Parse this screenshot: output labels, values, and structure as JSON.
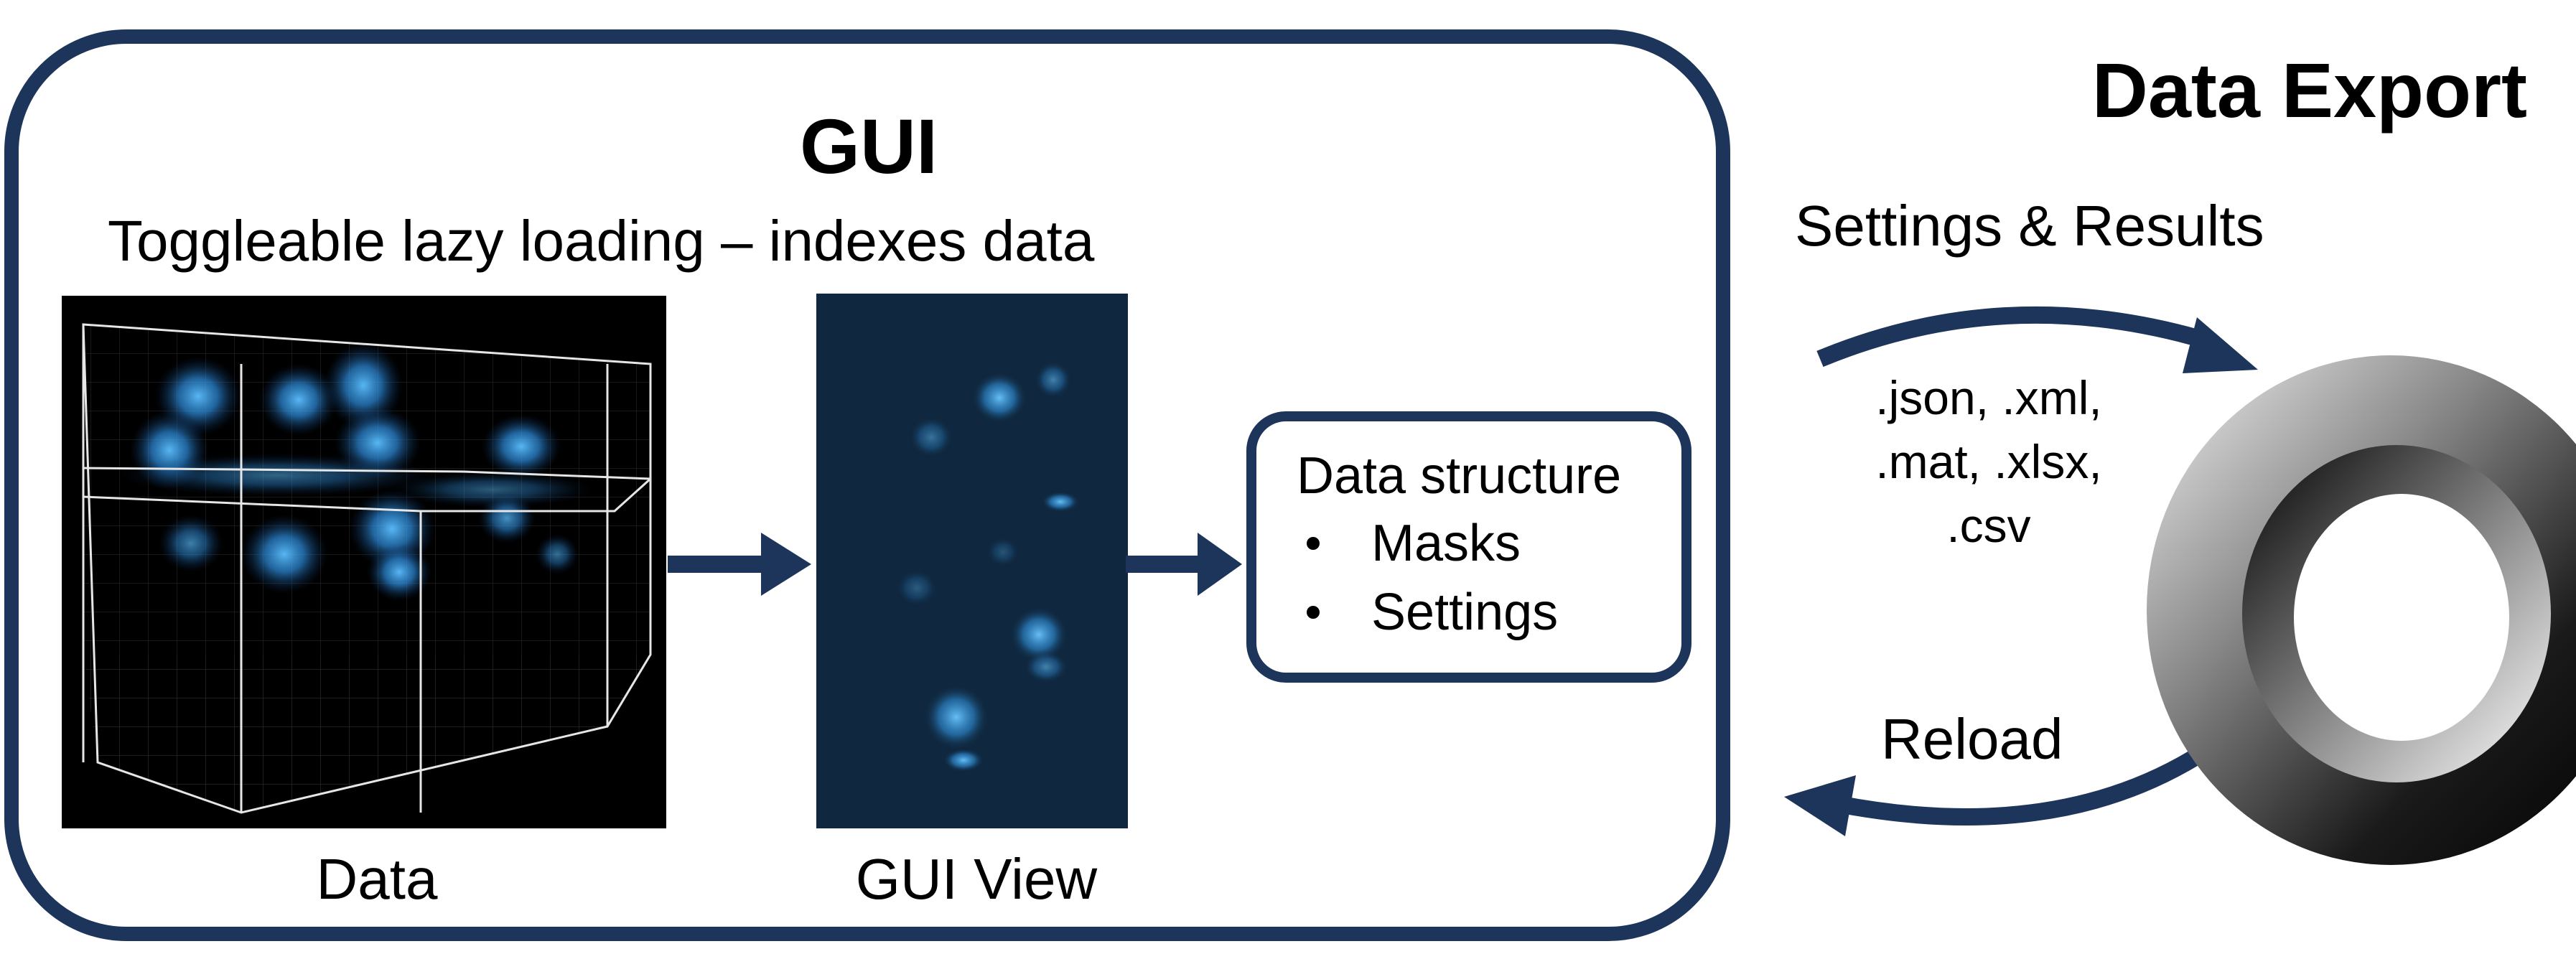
{
  "gui": {
    "title": "GUI",
    "subtitle": "Toggleable lazy loading – indexes data",
    "data_caption": "Data",
    "view_caption": "GUI View"
  },
  "data_structure": {
    "title": "Data structure",
    "items": [
      "Masks",
      "Settings"
    ]
  },
  "export": {
    "title": "Data Export",
    "settings_results": "Settings & Results",
    "formats_lines": [
      ".json, .xml,",
      ".mat, .xlsx,",
      ".csv"
    ],
    "reload": "Reload"
  },
  "colors": {
    "frame": "#1d355a",
    "arrow": "#1d355a",
    "cell_blue": "#2f9cf0"
  }
}
